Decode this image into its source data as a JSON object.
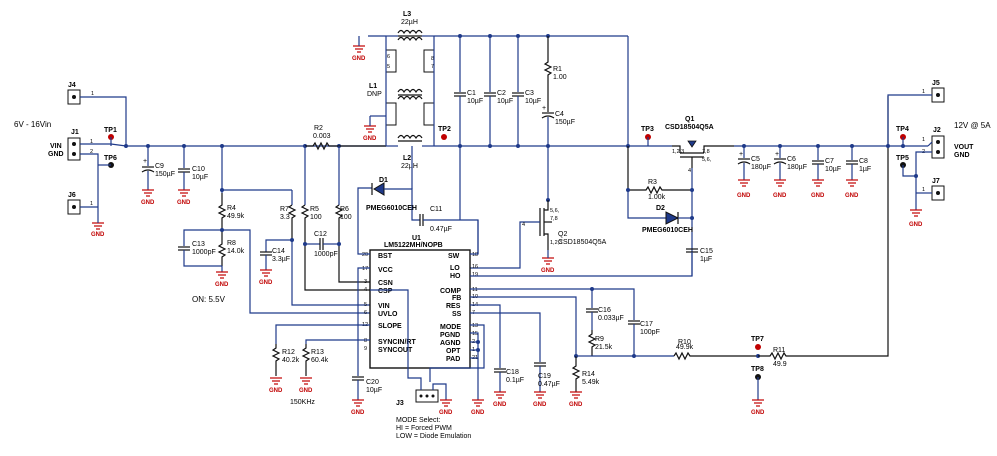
{
  "annotations": {
    "vin_range": "6V - 16Vin",
    "vout_spec": "12V @ 5A",
    "on_voltage": "ON: 5.5V",
    "freq": "150KHz",
    "mode_select": "MODE Select:",
    "mode_hi": "HI = Forced PWM",
    "mode_low": "LOW = Diode Emulation"
  },
  "connectors": {
    "j1": {
      "ref": "J1",
      "pin1": "VIN",
      "pin2": "GND"
    },
    "j2": {
      "ref": "J2",
      "pin1": "VOUT",
      "pin2": "GND"
    },
    "j3": {
      "ref": "J3"
    },
    "j4": {
      "ref": "J4"
    },
    "j5": {
      "ref": "J5"
    },
    "j6": {
      "ref": "J6"
    },
    "j7": {
      "ref": "J7"
    }
  },
  "testpoints": [
    "TP1",
    "TP2",
    "TP3",
    "TP4",
    "TP5",
    "TP6",
    "TP7",
    "TP8"
  ],
  "ground_label": "GND",
  "ic": {
    "ref": "U1",
    "part": "LM5122MH/NOPB",
    "left_pins": [
      {
        "num": "20",
        "name": "BST"
      },
      {
        "num": "17",
        "name": "VCC"
      },
      {
        "num": "3",
        "name": "CSN"
      },
      {
        "num": "4",
        "name": "CSP"
      },
      {
        "num": "5",
        "name": "VIN"
      },
      {
        "num": "6",
        "name": "UVLO"
      },
      {
        "num": "12",
        "name": "SLOPE"
      },
      {
        "num": "8",
        "name": "SYNCIN/RT"
      },
      {
        "num": "9",
        "name": "SYNCOUT"
      }
    ],
    "right_pins": [
      {
        "num": "18",
        "name": "SW"
      },
      {
        "num": "16",
        "name": "LO"
      },
      {
        "num": "19",
        "name": "HO"
      },
      {
        "num": "11",
        "name": "COMP"
      },
      {
        "num": "10",
        "name": "FB"
      },
      {
        "num": "14",
        "name": "RES"
      },
      {
        "num": "7",
        "name": "SS"
      },
      {
        "num": "13",
        "name": "MODE"
      },
      {
        "num": "15",
        "name": "PGND"
      },
      {
        "num": "2",
        "name": "AGND"
      },
      {
        "num": "1",
        "name": "OPT"
      },
      {
        "num": "21",
        "name": "PAD"
      }
    ]
  },
  "inductors": {
    "l3": {
      "ref": "L3",
      "value": "22µH"
    },
    "l1": {
      "ref": "L1",
      "value": "DNP"
    },
    "l2": {
      "ref": "L2",
      "value": "22µH"
    }
  },
  "resistors": {
    "r1": {
      "ref": "R1",
      "value": "1.00"
    },
    "r2": {
      "ref": "R2",
      "value": "0.003"
    },
    "r3": {
      "ref": "R3",
      "value": "1.00k"
    },
    "r4": {
      "ref": "R4",
      "value": "49.9k"
    },
    "r5": {
      "ref": "R5",
      "value": "100"
    },
    "r6": {
      "ref": "R6",
      "value": "100"
    },
    "r7": {
      "ref": "R7",
      "value": "3.3"
    },
    "r8": {
      "ref": "R8",
      "value": "14.0k"
    },
    "r9": {
      "ref": "R9",
      "value": "21.5k"
    },
    "r10": {
      "ref": "R10",
      "value": "49.9k"
    },
    "r11": {
      "ref": "R11",
      "value": "49.9"
    },
    "r12": {
      "ref": "R12",
      "value": "40.2k"
    },
    "r13": {
      "ref": "R13",
      "value": "60.4k"
    },
    "r14": {
      "ref": "R14",
      "value": "5.49k"
    }
  },
  "capacitors": {
    "c1": {
      "ref": "C1",
      "value": "10µF"
    },
    "c2": {
      "ref": "C2",
      "value": "10µF"
    },
    "c3": {
      "ref": "C3",
      "value": "10µF"
    },
    "c4": {
      "ref": "C4",
      "value": "150µF"
    },
    "c5": {
      "ref": "C5",
      "value": "180µF"
    },
    "c6": {
      "ref": "C6",
      "value": "180µF"
    },
    "c7": {
      "ref": "C7",
      "value": "10µF"
    },
    "c8": {
      "ref": "C8",
      "value": "1µF"
    },
    "c9": {
      "ref": "C9",
      "value": "150µF"
    },
    "c10": {
      "ref": "C10",
      "value": "10µF"
    },
    "c11": {
      "ref": "C11",
      "value": "0.47µF"
    },
    "c12": {
      "ref": "C12",
      "value": "1000pF"
    },
    "c13": {
      "ref": "C13",
      "value": "1000pF"
    },
    "c14": {
      "ref": "C14",
      "value": "3.3µF"
    },
    "c15": {
      "ref": "C15",
      "value": "1µF"
    },
    "c16": {
      "ref": "C16",
      "value": "0.033µF"
    },
    "c17": {
      "ref": "C17",
      "value": "100pF"
    },
    "c18": {
      "ref": "C18",
      "value": "0.1µF"
    },
    "c19": {
      "ref": "C19",
      "value": "0.47µF"
    },
    "c20": {
      "ref": "C20",
      "value": "10µF"
    }
  },
  "diodes": {
    "d1": {
      "ref": "D1",
      "value": "PMEG6010CEH"
    },
    "d2": {
      "ref": "D2",
      "value": "PMEG6010CEH"
    }
  },
  "mosfets": {
    "q1": {
      "ref": "Q1",
      "value": "CSD18504Q5A",
      "pins_a": "1,2,3",
      "pins_b": "7,8",
      "pins_c": "5,6,",
      "pins_d": "4"
    },
    "q2": {
      "ref": "Q2",
      "value": "CSD18504Q5A",
      "pins_a": "4",
      "pins_b": "5,6,",
      "pins_c": "7,8",
      "pins_d": "1,2,3"
    }
  }
}
